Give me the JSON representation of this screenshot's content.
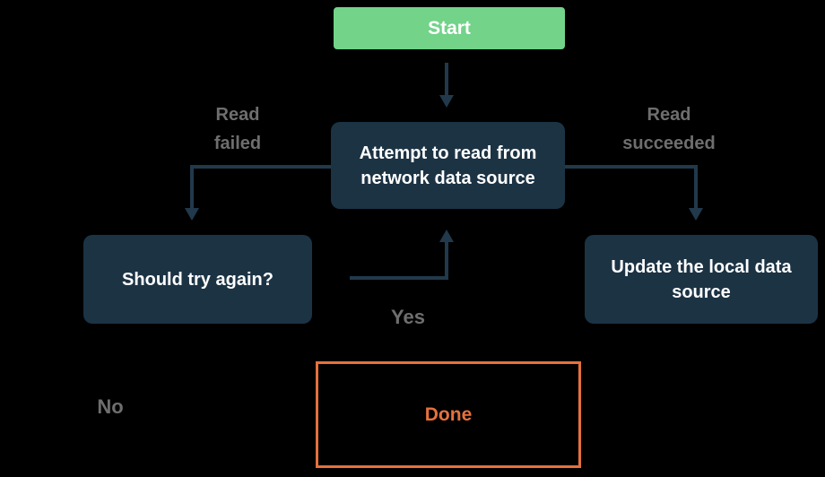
{
  "diagram": {
    "type": "flowchart",
    "colors": {
      "background": "#000000",
      "node_fill": "#1C3344",
      "node_text": "#FFFFFF",
      "start_fill": "#72D389",
      "start_text": "#FFFFFF",
      "done_border": "#E5713C",
      "arrow": "#21394B",
      "label_text": "#6E6E6E"
    },
    "nodes": {
      "start": {
        "label": "Start"
      },
      "attempt": {
        "label": "Attempt to read from network data source"
      },
      "should_try": {
        "label": "Should try again?"
      },
      "update": {
        "label": "Update the local data source"
      },
      "done": {
        "label": "Done"
      }
    },
    "edges": {
      "start_to_attempt": {
        "from": "start",
        "to": "attempt"
      },
      "attempt_to_should_try": {
        "from": "attempt",
        "to": "should_try",
        "label_lines": [
          "Read",
          "failed"
        ]
      },
      "attempt_to_update": {
        "from": "attempt",
        "to": "update",
        "label_lines": [
          "Read",
          "succeeded"
        ]
      },
      "should_try_to_attempt": {
        "from": "should_try",
        "to": "attempt",
        "label": "Yes"
      },
      "should_try_no": {
        "label": "No"
      }
    }
  }
}
